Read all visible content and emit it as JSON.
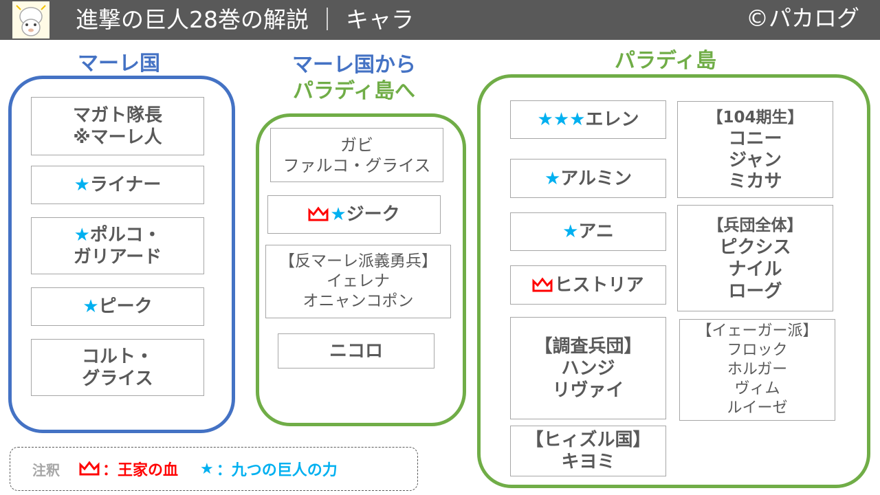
{
  "header": {
    "title": "進撃の巨人28巻の解説 ｜ キャラ",
    "credit": "©パカログ"
  },
  "colors": {
    "blue": "#4472c4",
    "green": "#70ad47",
    "star": "#00b0f0",
    "crown": "#ff0000",
    "header_bg": "#595959"
  },
  "groups": {
    "marley": {
      "title": "マーレ国",
      "cards": [
        {
          "lines": [
            "マガト隊長",
            "※マーレ人"
          ],
          "star": false,
          "crown": false
        },
        {
          "lines": [
            "ライナー"
          ],
          "star": true,
          "crown": false
        },
        {
          "lines": [
            "ポルコ・",
            "ガリアード"
          ],
          "star": true,
          "crown": false
        },
        {
          "lines": [
            "ピーク"
          ],
          "star": true,
          "crown": false
        },
        {
          "lines": [
            "コルト・",
            "グライス"
          ],
          "star": false,
          "crown": false
        }
      ]
    },
    "marley_to_paradis": {
      "title_line1": "マーレ国から",
      "title_line2": "パラディ島へ",
      "cards": [
        {
          "lines": [
            "ガビ",
            "ファルコ・グライス"
          ],
          "star": false,
          "crown": false
        },
        {
          "lines": [
            "ジーク"
          ],
          "star": true,
          "crown": true
        },
        {
          "lines": [
            "【反マーレ派義勇兵】",
            "イェレナ",
            "オニャンコポン"
          ],
          "star": false,
          "crown": false
        },
        {
          "lines": [
            "ニコロ"
          ],
          "star": false,
          "crown": false
        }
      ]
    },
    "paradis": {
      "title": "パラディ島",
      "left_cards": [
        {
          "lines": [
            "エレン"
          ],
          "star_prefix": "★★★",
          "crown": false
        },
        {
          "lines": [
            "アルミン"
          ],
          "star_prefix": "★",
          "crown": false
        },
        {
          "lines": [
            "アニ"
          ],
          "star_prefix": "★",
          "crown": false
        },
        {
          "lines": [
            "ヒストリア"
          ],
          "star_prefix": "",
          "crown": true
        },
        {
          "lines": [
            "【調査兵団】",
            "ハンジ",
            "リヴァイ"
          ],
          "star_prefix": "",
          "crown": false
        },
        {
          "lines": [
            "【ヒィズル国】",
            "キヨミ"
          ],
          "star_prefix": "",
          "crown": false
        }
      ],
      "right_cards": [
        {
          "lines": [
            "【104期生】",
            "コニー",
            "ジャン",
            "ミカサ"
          ]
        },
        {
          "lines": [
            "【兵団全体】",
            "ピクシス",
            "ナイル",
            "ローグ"
          ]
        },
        {
          "lines": [
            "【イェーガー派】",
            "フロック",
            "ホルガー",
            "ヴィム",
            "ルイーゼ"
          ]
        }
      ]
    }
  },
  "legend": {
    "label": "注釈",
    "crown_text": "：王家の血",
    "star_symbol": "★",
    "star_text": "：九つの巨人の力"
  }
}
